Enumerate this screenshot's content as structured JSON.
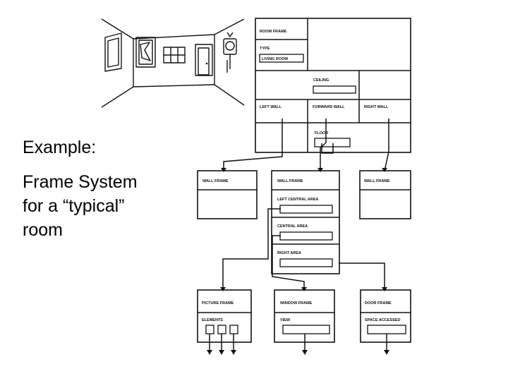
{
  "caption": {
    "heading": "Example:",
    "lines": [
      "Frame System",
      "for a “typical”",
      "room"
    ]
  },
  "room_frame": {
    "title": "ROOM FRAME",
    "type_label": "TYPE",
    "type_value": "LIVING ROOM",
    "ceiling_label": "CEILING",
    "left_wall_label": "LEFT WALL",
    "forward_wall_label": "FORWARD WALL",
    "right_wall_label": "RIGHT WALL",
    "floor_label": "FLOOR"
  },
  "wall_frames": {
    "left_title": "WALL FRAME",
    "center_title": "WALL FRAME",
    "right_title": "WALL FRAME",
    "left_central_area": "LEFT CENTRAL AREA",
    "central_area": "CENTRAL AREA",
    "right_area": "RIGHT AREA"
  },
  "object_frames": {
    "picture_title": "PICTURE FRAME",
    "picture_slot": "ELEMENTS",
    "window_title": "WINDOW FRAME",
    "window_slot": "VIEW",
    "door_title": "DOOR FRAME",
    "door_slot": "SPACE ACCESSED"
  },
  "colors": {
    "ink": "#111111",
    "background": "#ffffff"
  }
}
